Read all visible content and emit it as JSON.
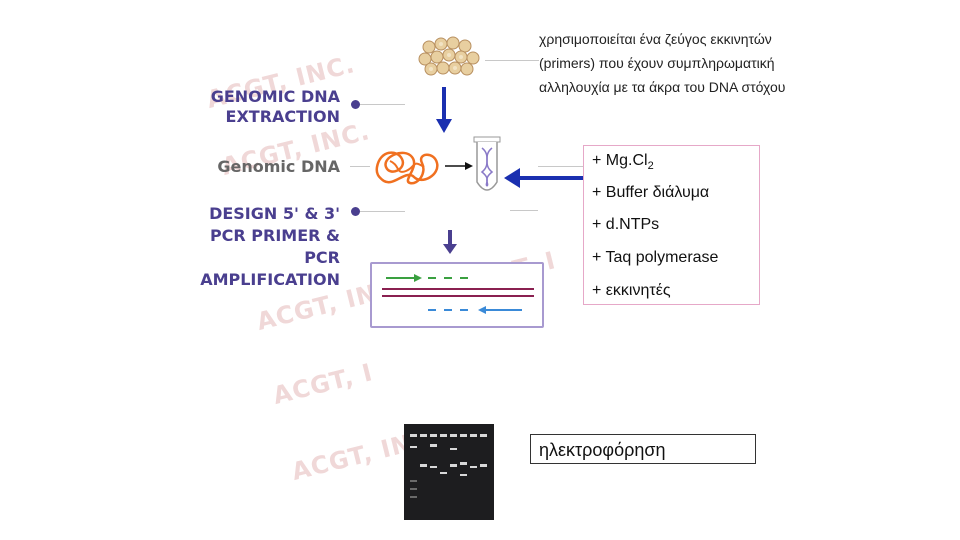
{
  "watermark": {
    "text_a": "ACGT, INC.",
    "text_b": "ACGT, I"
  },
  "steps": [
    {
      "label": "GENOMIC DNA\nEXTRACTION"
    },
    {
      "label": "Genomic DNA"
    },
    {
      "label": "DESIGN 5' & 3'\nPCR PRIMER &\nPCR\nAMPLIFICATION"
    }
  ],
  "primer_note": [
    "χρησιμοποιείται ένα ζεύγος εκκινητών",
    "(primers) που έχουν συμπληρωματική",
    "αλληλουχία με τα άκρα του DNA στόχου"
  ],
  "reagents": [
    {
      "prefix": "+ Mg.Cl",
      "sub": "2"
    },
    {
      "prefix": "+ Buffer διάλυμα",
      "sub": ""
    },
    {
      "prefix": "+ d.NTPs",
      "sub": ""
    },
    {
      "prefix": "+ Taq polymerase",
      "sub": ""
    },
    {
      "prefix": "+ εκκινητές",
      "sub": ""
    }
  ],
  "electrophoresis_label": "ηλεκτροφόρηση",
  "colors": {
    "step_text": "#4a3f8f",
    "arrow_blue": "#1a2fb0",
    "reagent_border": "#e6a8c8",
    "dna_orange": "#f07020",
    "forward_primer": "#3aa040",
    "reverse_primer": "#3a8ad8",
    "template_strand": "#8a2050"
  },
  "icons": [
    "cells-icon",
    "dna-tangle-icon",
    "test-tube-dna-icon",
    "down-arrow-icon",
    "gel-image"
  ]
}
